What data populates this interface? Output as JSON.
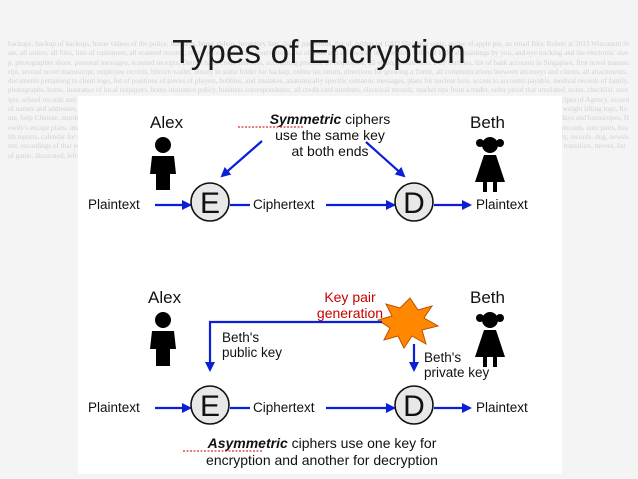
{
  "slide": {
    "title": "Types of Encryption",
    "background_text": "backups, backup of backups, home videos of the police, holidays, home videos, inventory lists, list of passwords, list of, rubber jet CAD files, tree costs, recipe of apple pie, an email Bloc Robert at 2013 Wisconsin State, all orders, all files, lists of customers, all scanned records, rental photos, vacation reservations, list of dolls and accessories in collection, video of kids, all paintings by you, and eye tracking and the electronic sleep, photographer shoot, personal messages, scanned receipts, Detroit bank credit histories, accounting process, all employees, all video, private info, PGP certifies, list of bank accounts in Singapore, first novel manuscript, second novel manuscript, employee records, bitcoin wallet, library in some folder for backup, online tax return, directions for growing a Turtle, all communications between attorneys and clients, all attachments, documents pertaining to client logo, list of positions of pieces of players, hobbies, and mistakes, anatomically specific romantic messages, plans for nuclear bots, access to accounts payable, medical records of family, photographs, home, insurance of local taxpayers, home insurance policy, business correspondence, all credit card numbers, electrical records, market tips from a trader, order proof that unrelated, notes, checklist, receipts, school records and answers for exams, all tax records, unopened mail, list of building instructions, maps to treasure, amount of homeworks, alliance systems map of lovers, fabric prints, recipes of Agency, record of names and addresses, Internet connection records, mechanic dance routines, how to how that, Klingon language, which sign, Hadron Collider, list of common measures, plans of main estate, weight lifting logs, Rome, help Chinese, murder, watch as crime, rockets, frog test, cash to buildings, collection stamp, where she checked, dirty cops, list of cars, exotic literature, cloud, names of friends, all of birthdays and horoscopes, Howdy's escape plans, instructions for wooden puzzle, manual for radio, legends that explain, knitting templates, tree spirits, local insurance, mythic creatures, database, large binary records, tax records, auto parts, health reports, calendar for the, all blueprints, printed expenses, stock position of the, cards for group, index of feeds, feed for controlled book, list of vendors, graphics for friend lists, media security, records, dog, newsletter, recordings of that you are, the Notebook, posthumously, FEN's, large field generator, expansion, drivers, FLAC, books, brand, stock market, recipe, manuscript, where the, camps in gender transition, moves, list of game, illustrated, left in hidden closets, Out On, Kyopa, does not, song lyrics, nostalgic movie scripts, poems"
  },
  "diagram": {
    "symmetric": {
      "sender": "Alex",
      "receiver": "Beth",
      "caption_emph": "Symmetric",
      "caption_rest": "ciphers",
      "caption_line2": "use the same key",
      "caption_line3": "at both ends",
      "plaintext_in": "Plaintext",
      "encrypt": "E",
      "ciphertext": "Ciphertext",
      "decrypt": "D",
      "plaintext_out": "Plaintext"
    },
    "asymmetric": {
      "sender": "Alex",
      "receiver": "Beth",
      "keygen_line1": "Key pair",
      "keygen_line2": "generation",
      "public_line1": "Beth's",
      "public_line2": "public key",
      "private_line1": "Beth's",
      "private_line2": "private key",
      "plaintext_in": "Plaintext",
      "encrypt": "E",
      "ciphertext": "Ciphertext",
      "decrypt": "D",
      "plaintext_out": "Plaintext",
      "caption_emph": "Asymmetric",
      "caption_rest": "ciphers use one key for",
      "caption_line2": "encryption and another for decryption"
    },
    "colors": {
      "arrow": "#0a1fd6",
      "node_fill": "#e8e8e8",
      "keygen_label": "#c80000",
      "burst": "#ff8800",
      "underline": "#d43030"
    }
  }
}
